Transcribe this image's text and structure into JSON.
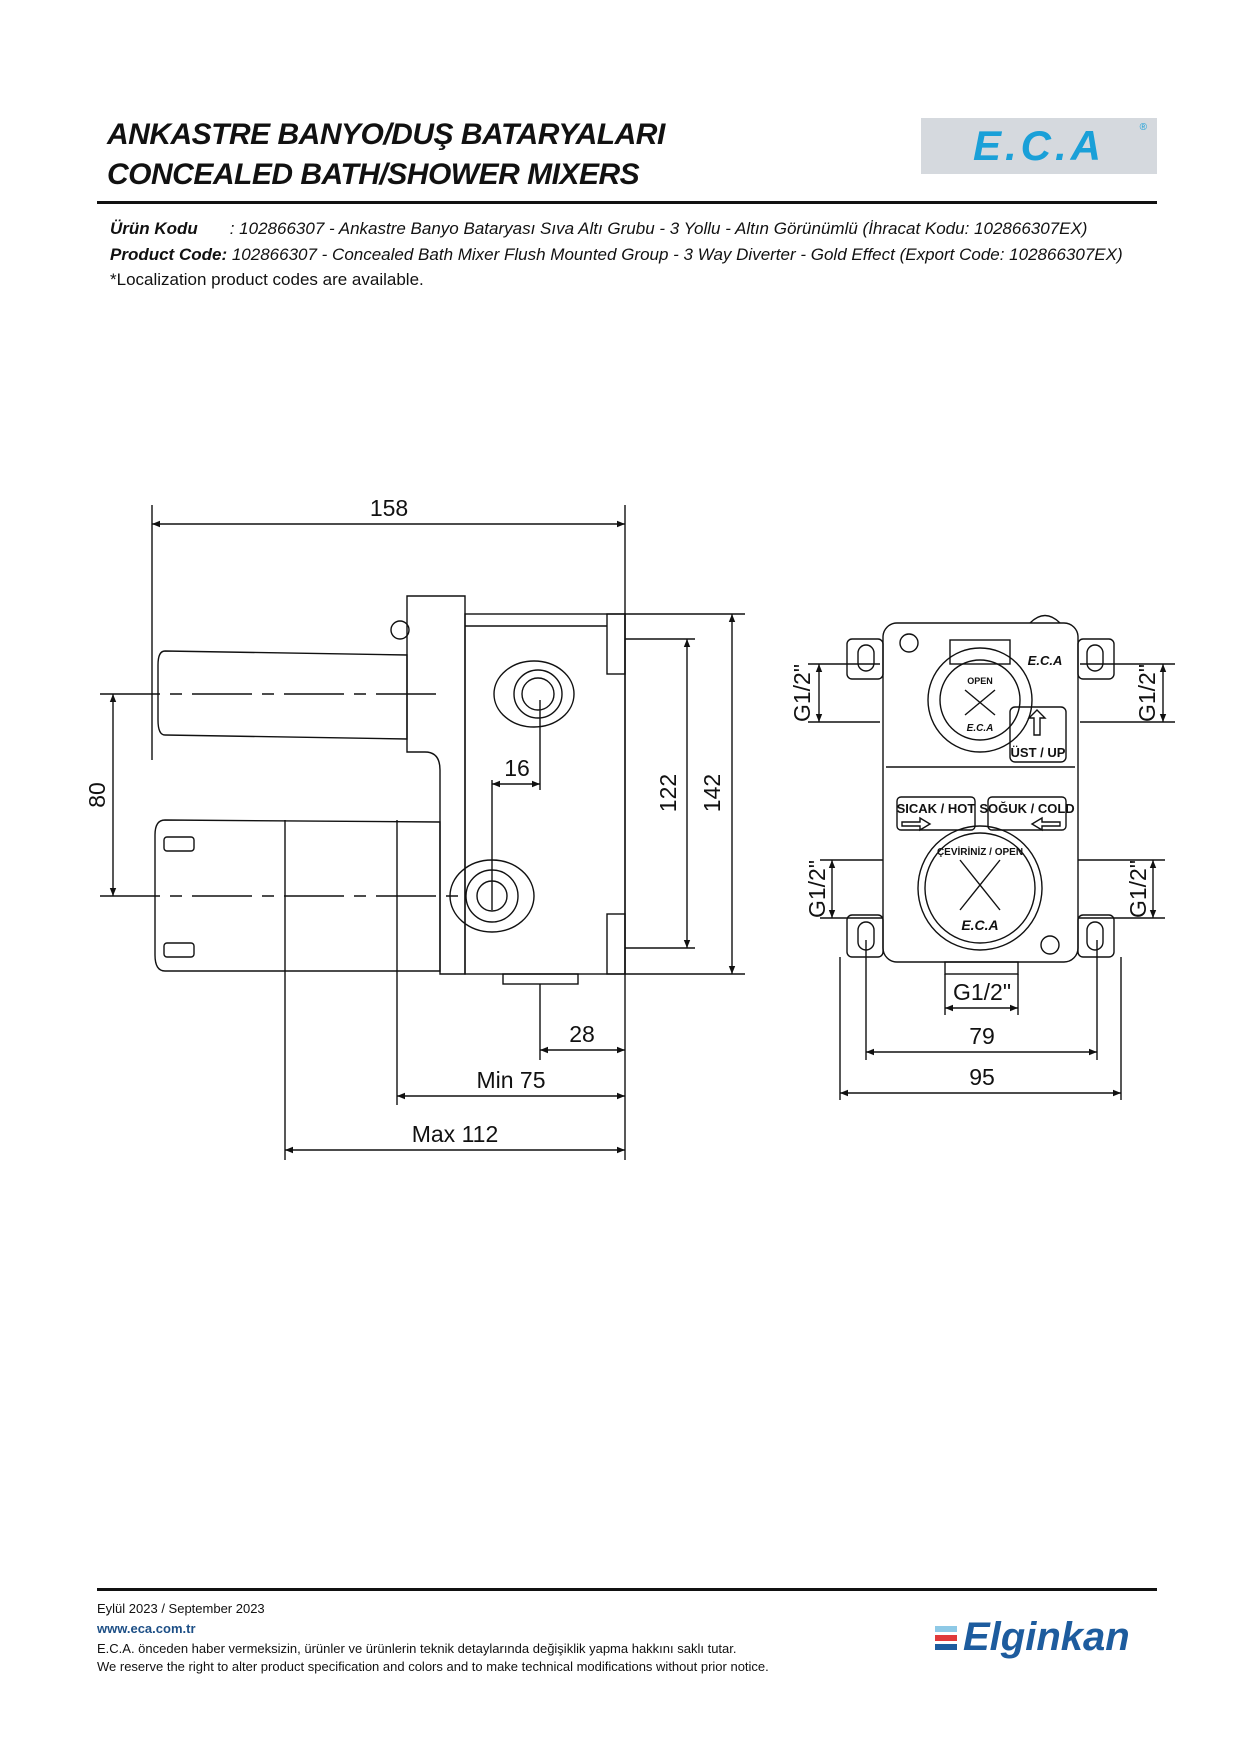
{
  "header": {
    "title_tr": "ANKASTRE BANYO/DUŞ BATARYALARI",
    "title_en": "CONCEALED BATH/SHOWER MIXERS",
    "logo_text": "E.C.A",
    "logo_mark": "®"
  },
  "product": {
    "tr_label": "Ürün Kodu",
    "tr_value": ": 102866307 - Ankastre Banyo Bataryası Sıva Altı Grubu - 3 Yollu - Altın Görünümlü (İhracat Kodu: 102866307EX)",
    "en_label": "Product Code:",
    "en_value": "102866307 - Concealed Bath Mixer Flush Mounted Group - 3 Way Diverter - Gold Effect (Export Code: 102866307EX)",
    "note": "*Localization product codes are available."
  },
  "side_view": {
    "width": "158",
    "axis_distance": "80",
    "offset": "16",
    "inner_height": "122",
    "outer_height": "142",
    "outlet_offset": "28",
    "min_depth": "Min 75",
    "max_depth": "Max 112"
  },
  "front_view": {
    "thread": "G1/2\"",
    "open": "OPEN",
    "up": "ÜST / UP",
    "hot": "SICAK / HOT",
    "cold": "SOĞUK / COLD",
    "turn_open": "ÇEVİRİNİZ / OPEN",
    "brand": "E.C.A",
    "hole_spacing": "79",
    "total_width": "95"
  },
  "footer": {
    "date": "Eylül 2023 / September 2023",
    "url": "www.eca.com.tr",
    "notice_tr": "E.C.A. önceden haber vermeksizin, ürünler ve ürünlerin teknik detaylarında değişiklik yapma hakkını saklı tutar.",
    "notice_en": "We reserve the right to alter product specification and colors and to make technical modifications without prior notice.",
    "brand": "Elginkan",
    "brand_colors": [
      "#8ec9e6",
      "#e03a3a",
      "#1d5c9e"
    ]
  }
}
